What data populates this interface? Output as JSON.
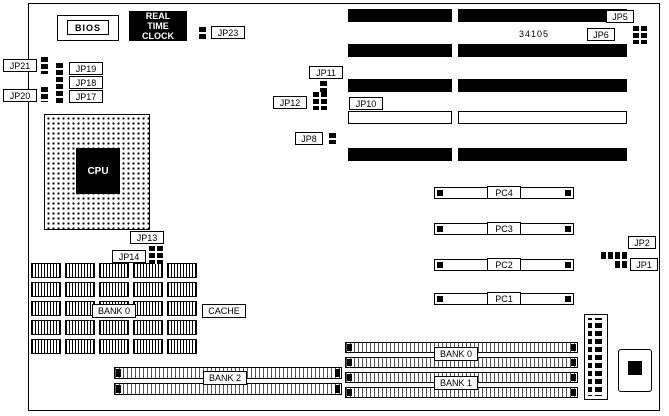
{
  "diagram": {
    "part_number": "34105"
  },
  "chips": {
    "bios": "BIOS",
    "rtc": "REAL TIME CLOCK",
    "cpu": "CPU",
    "cache": "CACHE"
  },
  "jumpers": {
    "jp1": "JP1",
    "jp2": "JP2",
    "jp5": "JP5",
    "jp6": "JP6",
    "jp8": "JP8",
    "jp10": "JP10",
    "jp11": "JP11",
    "jp12": "JP12",
    "jp13": "JP13",
    "jp14": "JP14",
    "jp17": "JP17",
    "jp18": "JP18",
    "jp19": "JP19",
    "jp20": "JP20",
    "jp21": "JP21",
    "jp23": "JP23"
  },
  "slots": {
    "pc1": "PC1",
    "pc2": "PC2",
    "pc3": "PC3",
    "pc4": "PC4"
  },
  "memory": {
    "bank0_left": "BANK 0",
    "bank0_right": "BANK 0",
    "bank1": "BANK 1",
    "bank2": "BANK 2"
  }
}
